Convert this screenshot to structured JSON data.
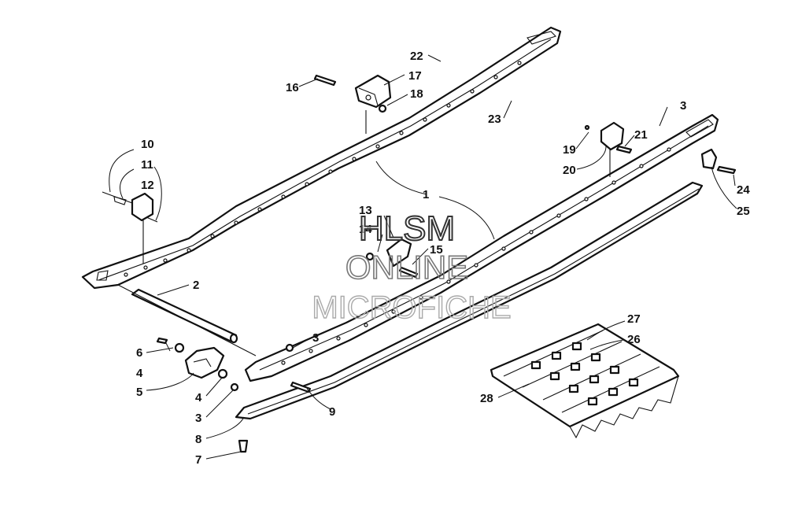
{
  "diagram": {
    "callouts": [
      "1",
      "2",
      "3",
      "4",
      "5",
      "6",
      "7",
      "8",
      "9",
      "10",
      "11",
      "12",
      "13",
      "14",
      "15",
      "16",
      "17",
      "18",
      "19",
      "20",
      "21",
      "22",
      "23",
      "24",
      "25",
      "26",
      "27",
      "28"
    ]
  },
  "watermark": {
    "line1": "HLSM",
    "line2": "ONLINE",
    "line3": "MICROFICHE"
  }
}
